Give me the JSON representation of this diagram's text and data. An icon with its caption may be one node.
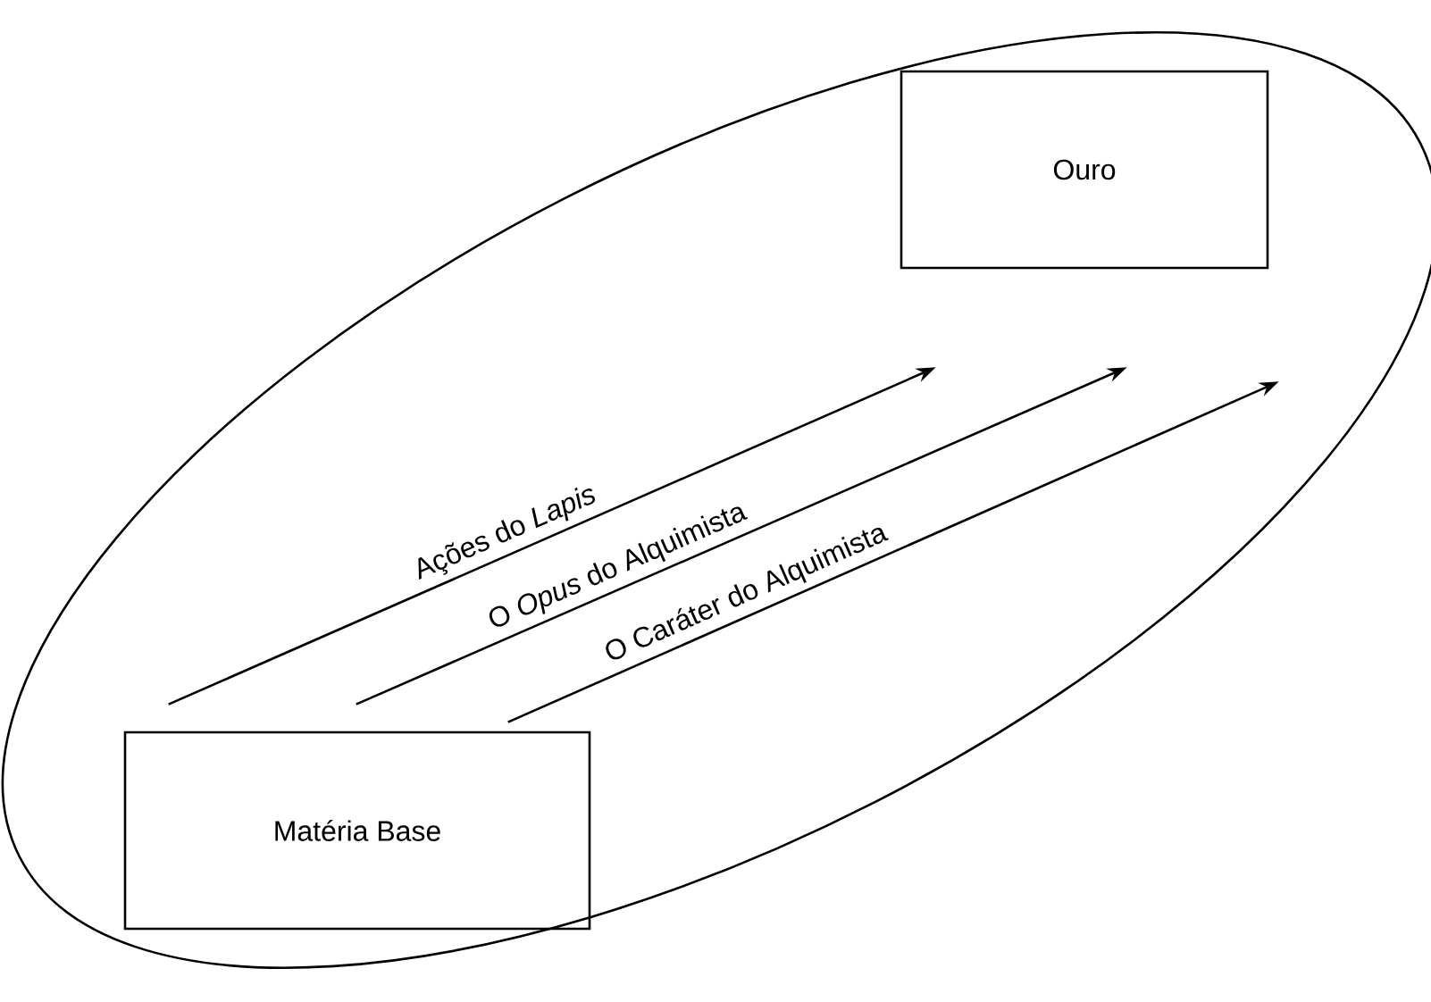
{
  "diagram": {
    "nodes": [
      {
        "text": [],
        "shape": "ellipse"
      },
      {
        "text": [
          "Ouro"
        ],
        "in": 0
      },
      {
        "text": [
          "Matéria Base"
        ],
        "in": 0
      }
    ],
    "edges": [
      {
        "from": 2,
        "to": 1,
        "arrow": "to",
        "label": "Ações do *Lapis*"
      },
      {
        "from": 2,
        "to": 1,
        "arrow": "to",
        "label": "O *Opus* do Alquimista"
      },
      {
        "from": 2,
        "to": 1,
        "arrow": "to",
        "label": "O Caráter do Alquimista"
      }
    ]
  }
}
